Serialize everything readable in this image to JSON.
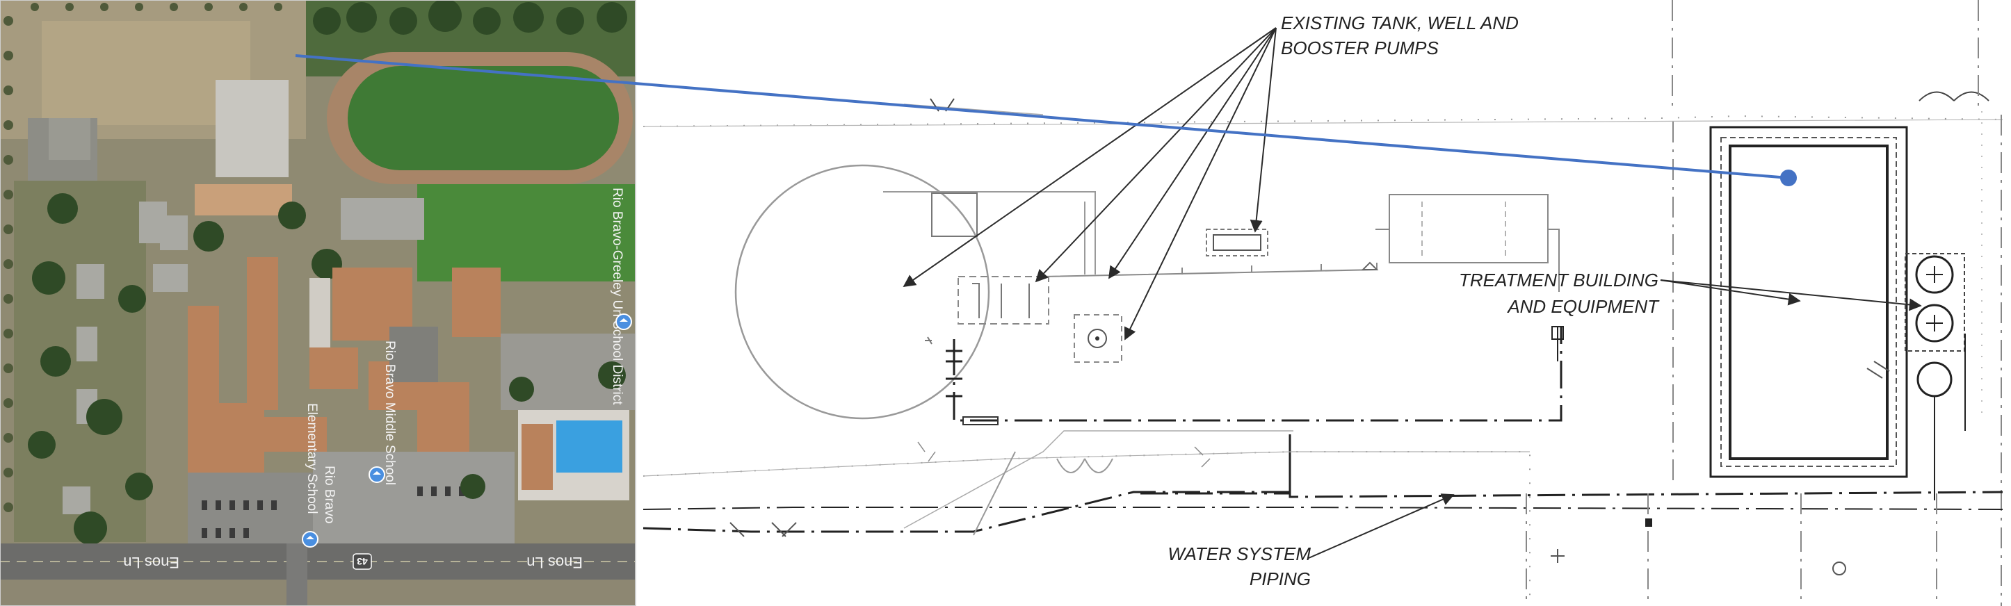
{
  "aerial": {
    "district_label": "Rio Bravo-Greeley Un School District",
    "middle_school_label": "Rio Bravo Middle School",
    "elementary_label_1": "Rio Bravo",
    "elementary_label_2": "Elementary School",
    "road_label_left": "Enos Ln",
    "road_label_right": "Enos Ln",
    "route_shield": "43",
    "icons": [
      "school-pin-icon",
      "school-pin-icon",
      "school-pin-icon",
      "school-pin-icon"
    ]
  },
  "plan": {
    "callout_existing_line1": "EXISTING TANK, WELL AND",
    "callout_existing_line2": "BOOSTER PUMPS",
    "callout_treatment_line1": "TREATMENT BUILDING",
    "callout_treatment_line2": "AND EQUIPMENT",
    "callout_piping_line1": "WATER SYSTEM",
    "callout_piping_line2": "PIPING"
  },
  "colors": {
    "connector": "#4472c4",
    "linework": "#2a2a2a",
    "light_linework": "#8a8a8a",
    "grass": "#3f7a35",
    "roof": "#b9825c",
    "pool": "#3aa0e0"
  }
}
